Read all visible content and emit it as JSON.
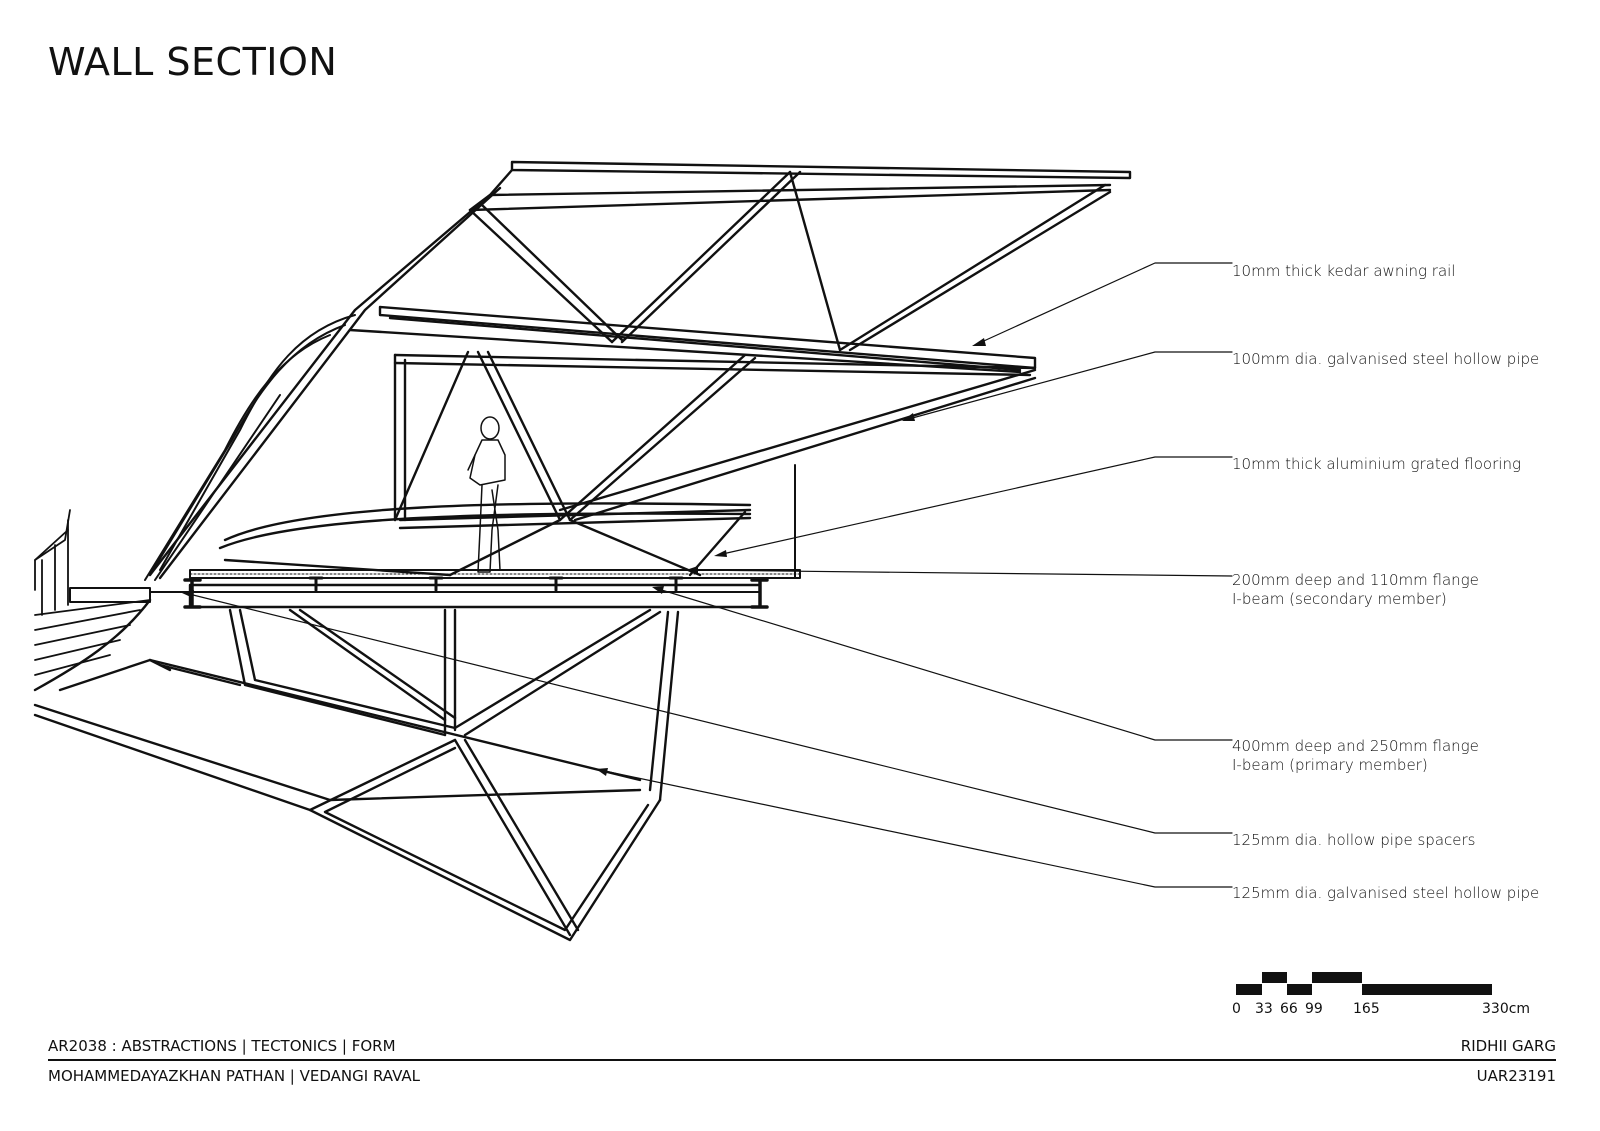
{
  "title": "WALL SECTION",
  "labels": [
    "10mm thick  kedar awning rail",
    "100mm dia. galvanised steel hollow pipe",
    "10mm thick aluminium grated flooring",
    "200mm deep and 110mm flange",
    "I-beam (secondary member)",
    "400mm deep and 250mm flange",
    "I-beam (primary member)",
    "125mm dia. hollow pipe spacers",
    "125mm dia. galvanised steel hollow pipe"
  ],
  "scale_bar": {
    "ticks": [
      "0",
      "33",
      "66",
      "99",
      "165",
      "330cm"
    ]
  },
  "footer": {
    "course": "AR2038 : ABSTRACTIONS | TECTONICS | FORM",
    "authors": "MOHAMMEDAYAZKHAN PATHAN | VEDANGI RAVAL",
    "student_name": "RIDHII GARG",
    "student_id": "UAR23191"
  }
}
